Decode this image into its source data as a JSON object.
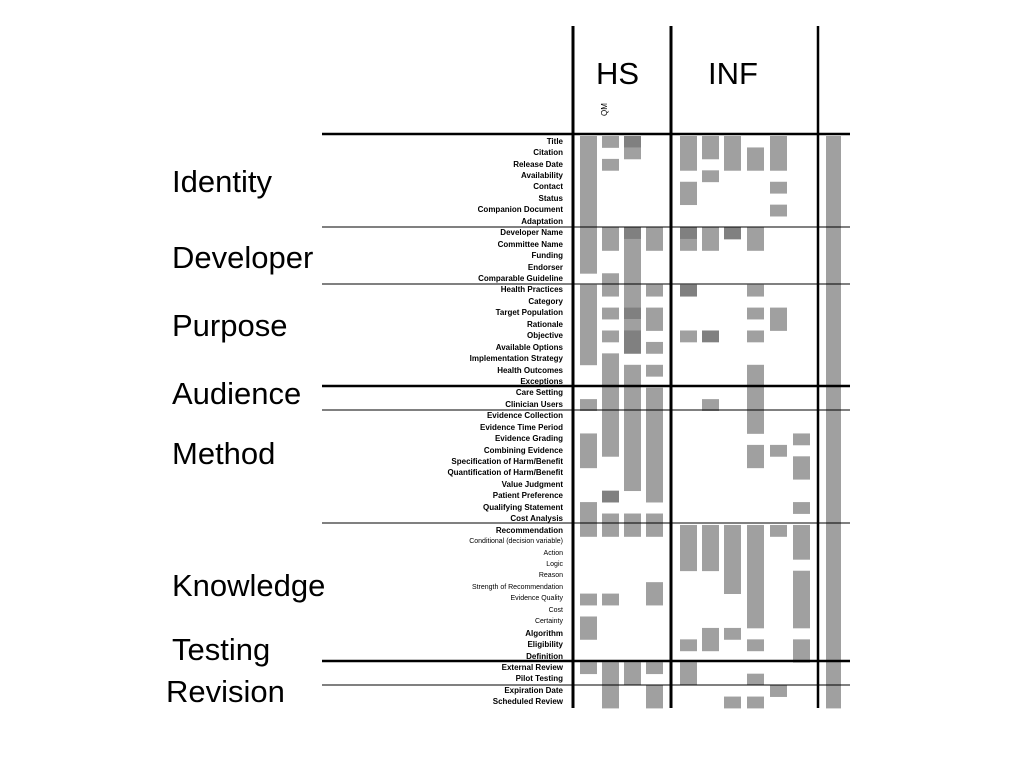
{
  "column_groups": [
    {
      "label": "HS"
    },
    {
      "label": "INF"
    }
  ],
  "sublabel": "QM",
  "categories": [
    {
      "label": "Identity"
    },
    {
      "label": "Developer"
    },
    {
      "label": "Purpose"
    },
    {
      "label": "Audience"
    },
    {
      "label": "Method"
    },
    {
      "label": "Knowledge"
    },
    {
      "label": "Testing"
    },
    {
      "label": "Revision"
    }
  ],
  "rows": [
    {
      "label": "Title"
    },
    {
      "label": "Citation"
    },
    {
      "label": "Release Date"
    },
    {
      "label": "Availability"
    },
    {
      "label": "Contact"
    },
    {
      "label": "Status"
    },
    {
      "label": "Companion Document"
    },
    {
      "label": "Adaptation"
    },
    {
      "label": "Developer Name"
    },
    {
      "label": "Committee Name"
    },
    {
      "label": "Funding"
    },
    {
      "label": "Endorser"
    },
    {
      "label": "Comparable Guideline"
    },
    {
      "label": "Health Practices"
    },
    {
      "label": "Category"
    },
    {
      "label": "Target Population"
    },
    {
      "label": "Rationale"
    },
    {
      "label": "Objective"
    },
    {
      "label": "Available Options"
    },
    {
      "label": "Implementation Strategy"
    },
    {
      "label": "Health Outcomes"
    },
    {
      "label": "Exceptions"
    },
    {
      "label": "Care Setting"
    },
    {
      "label": "Clinician Users"
    },
    {
      "label": "Evidence Collection"
    },
    {
      "label": "Evidence Time Period"
    },
    {
      "label": "Evidence Grading"
    },
    {
      "label": "Combining Evidence"
    },
    {
      "label": "Specification of Harm/Benefit"
    },
    {
      "label": "Quantification of Harm/Benefit"
    },
    {
      "label": "Value Judgment"
    },
    {
      "label": "Patient Preference"
    },
    {
      "label": "Qualifying Statement"
    },
    {
      "label": "Cost Analysis"
    },
    {
      "label": "Recommendation"
    },
    {
      "label": "Conditional (decision variable)"
    },
    {
      "label": "Action"
    },
    {
      "label": "Logic"
    },
    {
      "label": "Reason"
    },
    {
      "label": "Strength of Recommendation"
    },
    {
      "label": "Evidence Quality"
    },
    {
      "label": "Cost"
    },
    {
      "label": "Certainty"
    },
    {
      "label": "Algorithm"
    },
    {
      "label": "Eligibility"
    },
    {
      "label": "Definition"
    },
    {
      "label": "External Review"
    },
    {
      "label": "Pilot Testing"
    },
    {
      "label": "Expiration Date"
    },
    {
      "label": "Scheduled Review"
    }
  ],
  "columns": 12,
  "colors": {
    "cell": "#a0a0a0",
    "cell_dark": "#808080",
    "line": "#000000"
  },
  "cells": [
    [
      0,
      [
        0,
        1,
        2,
        4,
        5,
        6,
        8,
        11
      ]
    ],
    [
      1,
      [
        0,
        2,
        4,
        5,
        6,
        7,
        8,
        11
      ]
    ],
    [
      2,
      [
        0,
        1,
        4,
        6,
        7,
        8,
        11
      ]
    ],
    [
      3,
      [
        0,
        5,
        11
      ]
    ],
    [
      4,
      [
        0,
        4,
        8,
        11
      ]
    ],
    [
      5,
      [
        0,
        4,
        11
      ]
    ],
    [
      6,
      [
        0,
        8,
        11
      ]
    ],
    [
      7,
      [
        0,
        11
      ]
    ],
    [
      8,
      [
        0,
        1,
        2,
        3,
        4,
        5,
        6,
        7,
        11
      ]
    ],
    [
      9,
      [
        0,
        1,
        2,
        3,
        4,
        5,
        7,
        11
      ]
    ],
    [
      10,
      [
        0,
        2,
        11
      ]
    ],
    [
      11,
      [
        0,
        2,
        11
      ]
    ],
    [
      12,
      [
        1,
        2,
        11
      ]
    ],
    [
      13,
      [
        0,
        1,
        2,
        3,
        4,
        7,
        11
      ]
    ],
    [
      14,
      [
        0,
        2,
        11
      ]
    ],
    [
      15,
      [
        0,
        1,
        2,
        3,
        7,
        8,
        11
      ]
    ],
    [
      16,
      [
        0,
        2,
        3,
        8,
        11
      ]
    ],
    [
      17,
      [
        0,
        1,
        2,
        4,
        5,
        7,
        11
      ]
    ],
    [
      18,
      [
        0,
        2,
        3,
        11
      ]
    ],
    [
      19,
      [
        0,
        1,
        11
      ]
    ],
    [
      20,
      [
        1,
        2,
        3,
        7,
        11
      ]
    ],
    [
      21,
      [
        1,
        2,
        7,
        11
      ]
    ],
    [
      22,
      [
        1,
        2,
        3,
        7,
        11
      ]
    ],
    [
      23,
      [
        0,
        1,
        2,
        3,
        5,
        7,
        11
      ]
    ],
    [
      24,
      [
        1,
        2,
        3,
        7,
        11
      ]
    ],
    [
      25,
      [
        1,
        2,
        3,
        7,
        11
      ]
    ],
    [
      26,
      [
        0,
        1,
        2,
        3,
        9,
        11
      ]
    ],
    [
      27,
      [
        0,
        1,
        2,
        3,
        7,
        8,
        11
      ]
    ],
    [
      28,
      [
        0,
        2,
        3,
        7,
        9,
        11
      ]
    ],
    [
      29,
      [
        2,
        3,
        9,
        11
      ]
    ],
    [
      30,
      [
        2,
        3,
        11
      ]
    ],
    [
      31,
      [
        1,
        3,
        11
      ]
    ],
    [
      32,
      [
        0,
        9,
        11
      ]
    ],
    [
      33,
      [
        0,
        1,
        2,
        3,
        11
      ]
    ],
    [
      34,
      [
        0,
        1,
        2,
        3,
        4,
        5,
        6,
        7,
        8,
        9,
        11
      ]
    ],
    [
      35,
      [
        4,
        5,
        6,
        7,
        9,
        11
      ]
    ],
    [
      36,
      [
        4,
        5,
        6,
        7,
        9,
        11
      ]
    ],
    [
      37,
      [
        4,
        5,
        6,
        7,
        11
      ]
    ],
    [
      38,
      [
        6,
        7,
        9,
        11
      ]
    ],
    [
      39,
      [
        3,
        6,
        7,
        9,
        11
      ]
    ],
    [
      40,
      [
        0,
        1,
        3,
        7,
        9,
        11
      ]
    ],
    [
      41,
      [
        7,
        9,
        11
      ]
    ],
    [
      42,
      [
        0,
        7,
        9,
        11
      ]
    ],
    [
      43,
      [
        0,
        5,
        6,
        11
      ]
    ],
    [
      44,
      [
        4,
        5,
        7,
        9,
        11
      ]
    ],
    [
      45,
      [
        9,
        11
      ]
    ],
    [
      46,
      [
        0,
        1,
        2,
        3,
        4,
        11
      ]
    ],
    [
      47,
      [
        1,
        2,
        4,
        7,
        11
      ]
    ],
    [
      48,
      [
        1,
        3,
        8,
        11
      ]
    ],
    [
      49,
      [
        1,
        3,
        6,
        7,
        11
      ]
    ]
  ],
  "dark_cells": [
    [
      0,
      2
    ],
    [
      8,
      2
    ],
    [
      8,
      4
    ],
    [
      8,
      6
    ],
    [
      15,
      2
    ],
    [
      17,
      2
    ],
    [
      17,
      5
    ],
    [
      18,
      2
    ],
    [
      31,
      1
    ],
    [
      13,
      4
    ]
  ]
}
